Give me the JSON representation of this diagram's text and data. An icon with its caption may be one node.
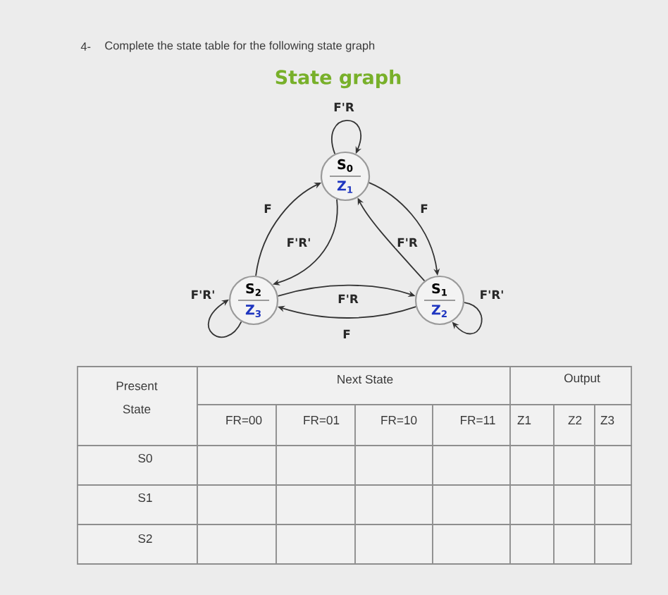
{
  "diagram": {
    "title": "State graph",
    "nodes": [
      {
        "text": [
          "S$_{0}$",
          "Z$_{1}$"
        ]
      },
      {
        "text": [
          "S$_{2}$",
          "Z$_{3}$"
        ]
      },
      {
        "text": [
          "S$_{1}$",
          "Z$_{2}$"
        ]
      }
    ],
    "edges": [
      {
        "from": 0,
        "to": 0,
        "arrow": "to",
        "label": "F'R"
      },
      {
        "from": 1,
        "to": 0,
        "arrow": "to",
        "label": "F"
      },
      {
        "from": 0,
        "to": 2,
        "arrow": "to",
        "label": "F"
      },
      {
        "from": 0,
        "to": 1,
        "arrow": "to",
        "label": "F'R'"
      },
      {
        "from": 2,
        "to": 0,
        "arrow": "to",
        "label": "F'R"
      },
      {
        "from": 1,
        "to": 1,
        "arrow": "to",
        "label": "F'R'"
      },
      {
        "from": 1,
        "to": 2,
        "arrow": "to",
        "label": "F'R"
      },
      {
        "from": 2,
        "to": 1,
        "arrow": "to",
        "label": "F"
      },
      {
        "from": 2,
        "to": 2,
        "arrow": "to",
        "label": "F'R'"
      }
    ],
    "labels": [
      "4-",
      "Complete the state table for the following state graph",
      "Present State",
      "Next State",
      "Output",
      "FR=00",
      "FR=01",
      "FR=10",
      "FR=11",
      "Z1",
      "Z2",
      "Z3",
      "S0",
      "S1",
      "S2"
    ]
  }
}
